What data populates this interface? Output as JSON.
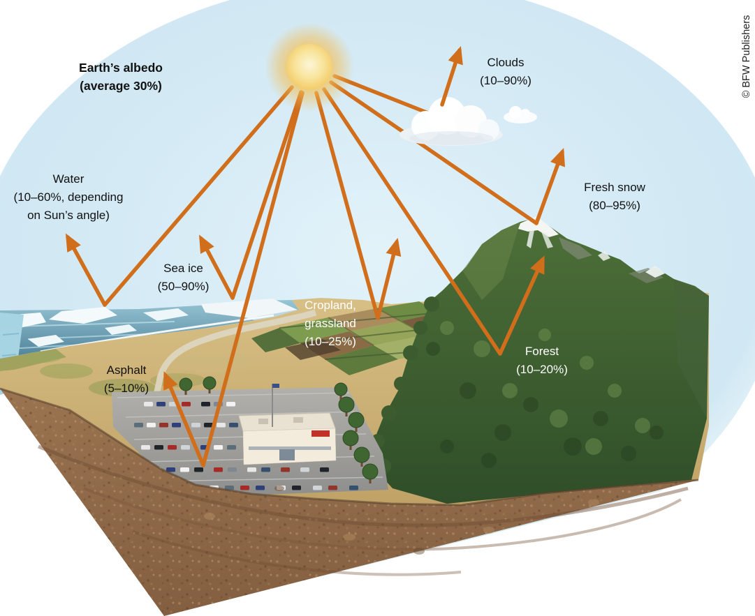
{
  "title": {
    "lines": [
      "Earth’s albedo",
      "(average 30%)"
    ]
  },
  "credit": "© BFW Publishers",
  "labels": {
    "clouds": {
      "lines": [
        "Clouds",
        "(10–90%)"
      ]
    },
    "water": {
      "lines": [
        "Water",
        "(10–60%, depending",
        "on Sun’s angle)"
      ]
    },
    "sea_ice": {
      "lines": [
        "Sea ice",
        "(50–90%)"
      ]
    },
    "fresh_snow": {
      "lines": [
        "Fresh snow",
        "(80–95%)"
      ]
    },
    "cropland": {
      "lines": [
        "Cropland,",
        "grassland",
        "(10–25%)"
      ]
    },
    "asphalt": {
      "lines": [
        "Asphalt",
        "(5–10%)"
      ]
    },
    "forest": {
      "lines": [
        "Forest",
        "(10–20%)"
      ]
    }
  },
  "surfaces": [
    {
      "surface": "Clouds",
      "albedo_range": "10–90%"
    },
    {
      "surface": "Water",
      "albedo_range": "10–60%, depending on Sun’s angle"
    },
    {
      "surface": "Sea ice",
      "albedo_range": "50–90%"
    },
    {
      "surface": "Fresh snow",
      "albedo_range": "80–95%"
    },
    {
      "surface": "Cropland, grassland",
      "albedo_range": "10–25%"
    },
    {
      "surface": "Asphalt",
      "albedo_range": "5–10%"
    },
    {
      "surface": "Forest",
      "albedo_range": "10–20%"
    },
    {
      "surface": "Earth average",
      "albedo_range": "30%"
    }
  ],
  "colors": {
    "arrow_orange": "#D06E1C",
    "sun_core": "#F8E49B",
    "sky_blue": "#D5EBF5",
    "label_dark": "#111111",
    "label_light": "#FFFFFF"
  }
}
